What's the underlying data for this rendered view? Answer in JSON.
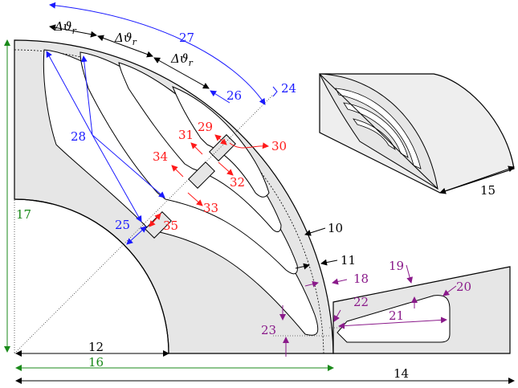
{
  "colors": {
    "geometry_fill": "#e6e6e6",
    "outline": "#000000",
    "black": "#000000",
    "blue": "#1a1aff",
    "red": "#ff1a1a",
    "green": "#1a8a1a",
    "purple": "#8a1a8a"
  },
  "angle_labels": [
    "Δϑ",
    "Δϑ",
    "Δϑ"
  ],
  "angle_subscript": "r",
  "labels": {
    "l10": "10",
    "l11": "11",
    "l12": "12",
    "l14": "14",
    "l15": "15",
    "l16": "16",
    "l17": "17",
    "l18": "18",
    "l19": "19",
    "l20": "20",
    "l21": "21",
    "l22": "22",
    "l23": "23",
    "l24": "24",
    "l25": "25",
    "l26": "26",
    "l27": "27",
    "l28": "28",
    "l29": "29",
    "l30": "30",
    "l31": "31",
    "l32": "32",
    "l33": "33",
    "l34": "34",
    "l35": "35"
  }
}
